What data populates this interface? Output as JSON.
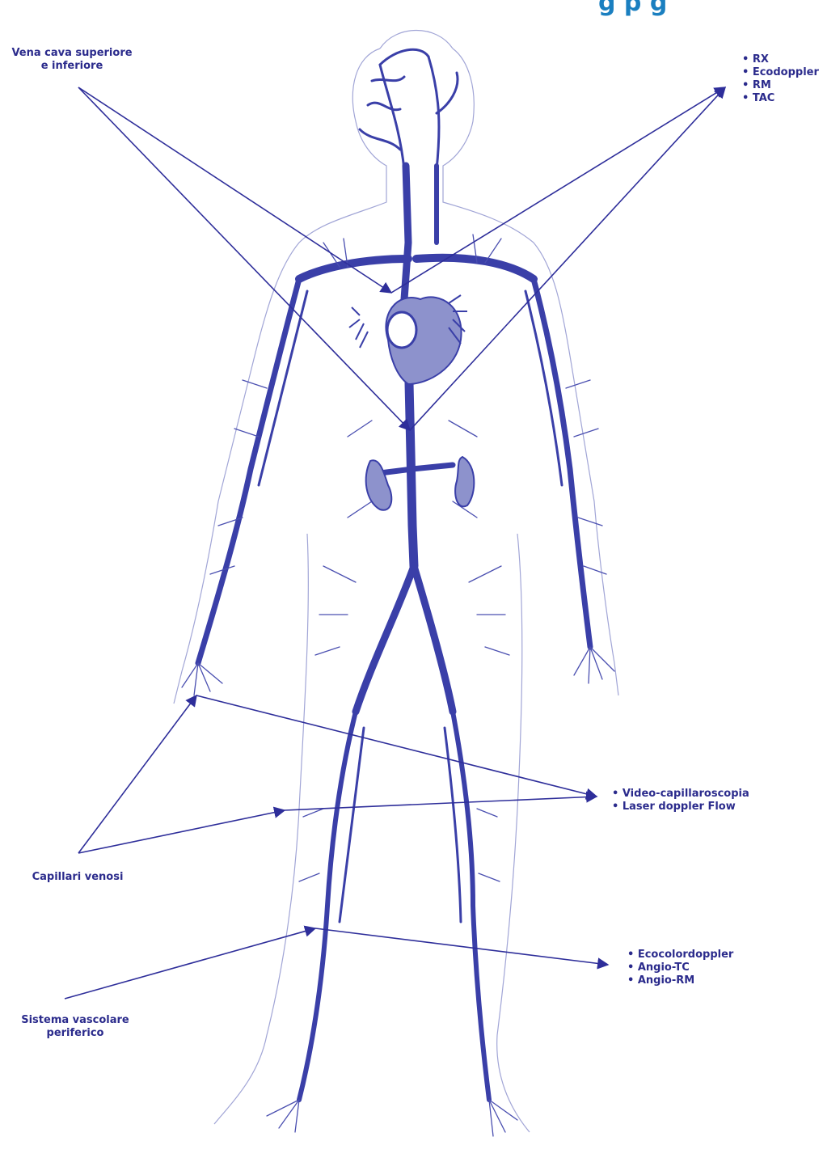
{
  "colors": {
    "vein": "#3a3fa8",
    "vein_fill": "#5a61b8",
    "organ_fill": "#8d92cc",
    "label": "#2b2b8c",
    "title": "#1a7fc0"
  },
  "title_fragment": "g      p      g",
  "labels": {
    "vena_cava": [
      "Vena cava superiore",
      "e inferiore"
    ],
    "capillari": "Capillari venosi",
    "sistema": [
      "Sistema vascolare",
      "periferico"
    ]
  },
  "exams": {
    "central": [
      "RX",
      "Ecodoppler",
      "RM",
      "TAC"
    ],
    "capillary": [
      "Video-capillaroscopia",
      "Laser doppler Flow"
    ],
    "peripheral": [
      "Ecocolordoppler",
      "Angio-TC",
      "Angio-RM"
    ]
  }
}
